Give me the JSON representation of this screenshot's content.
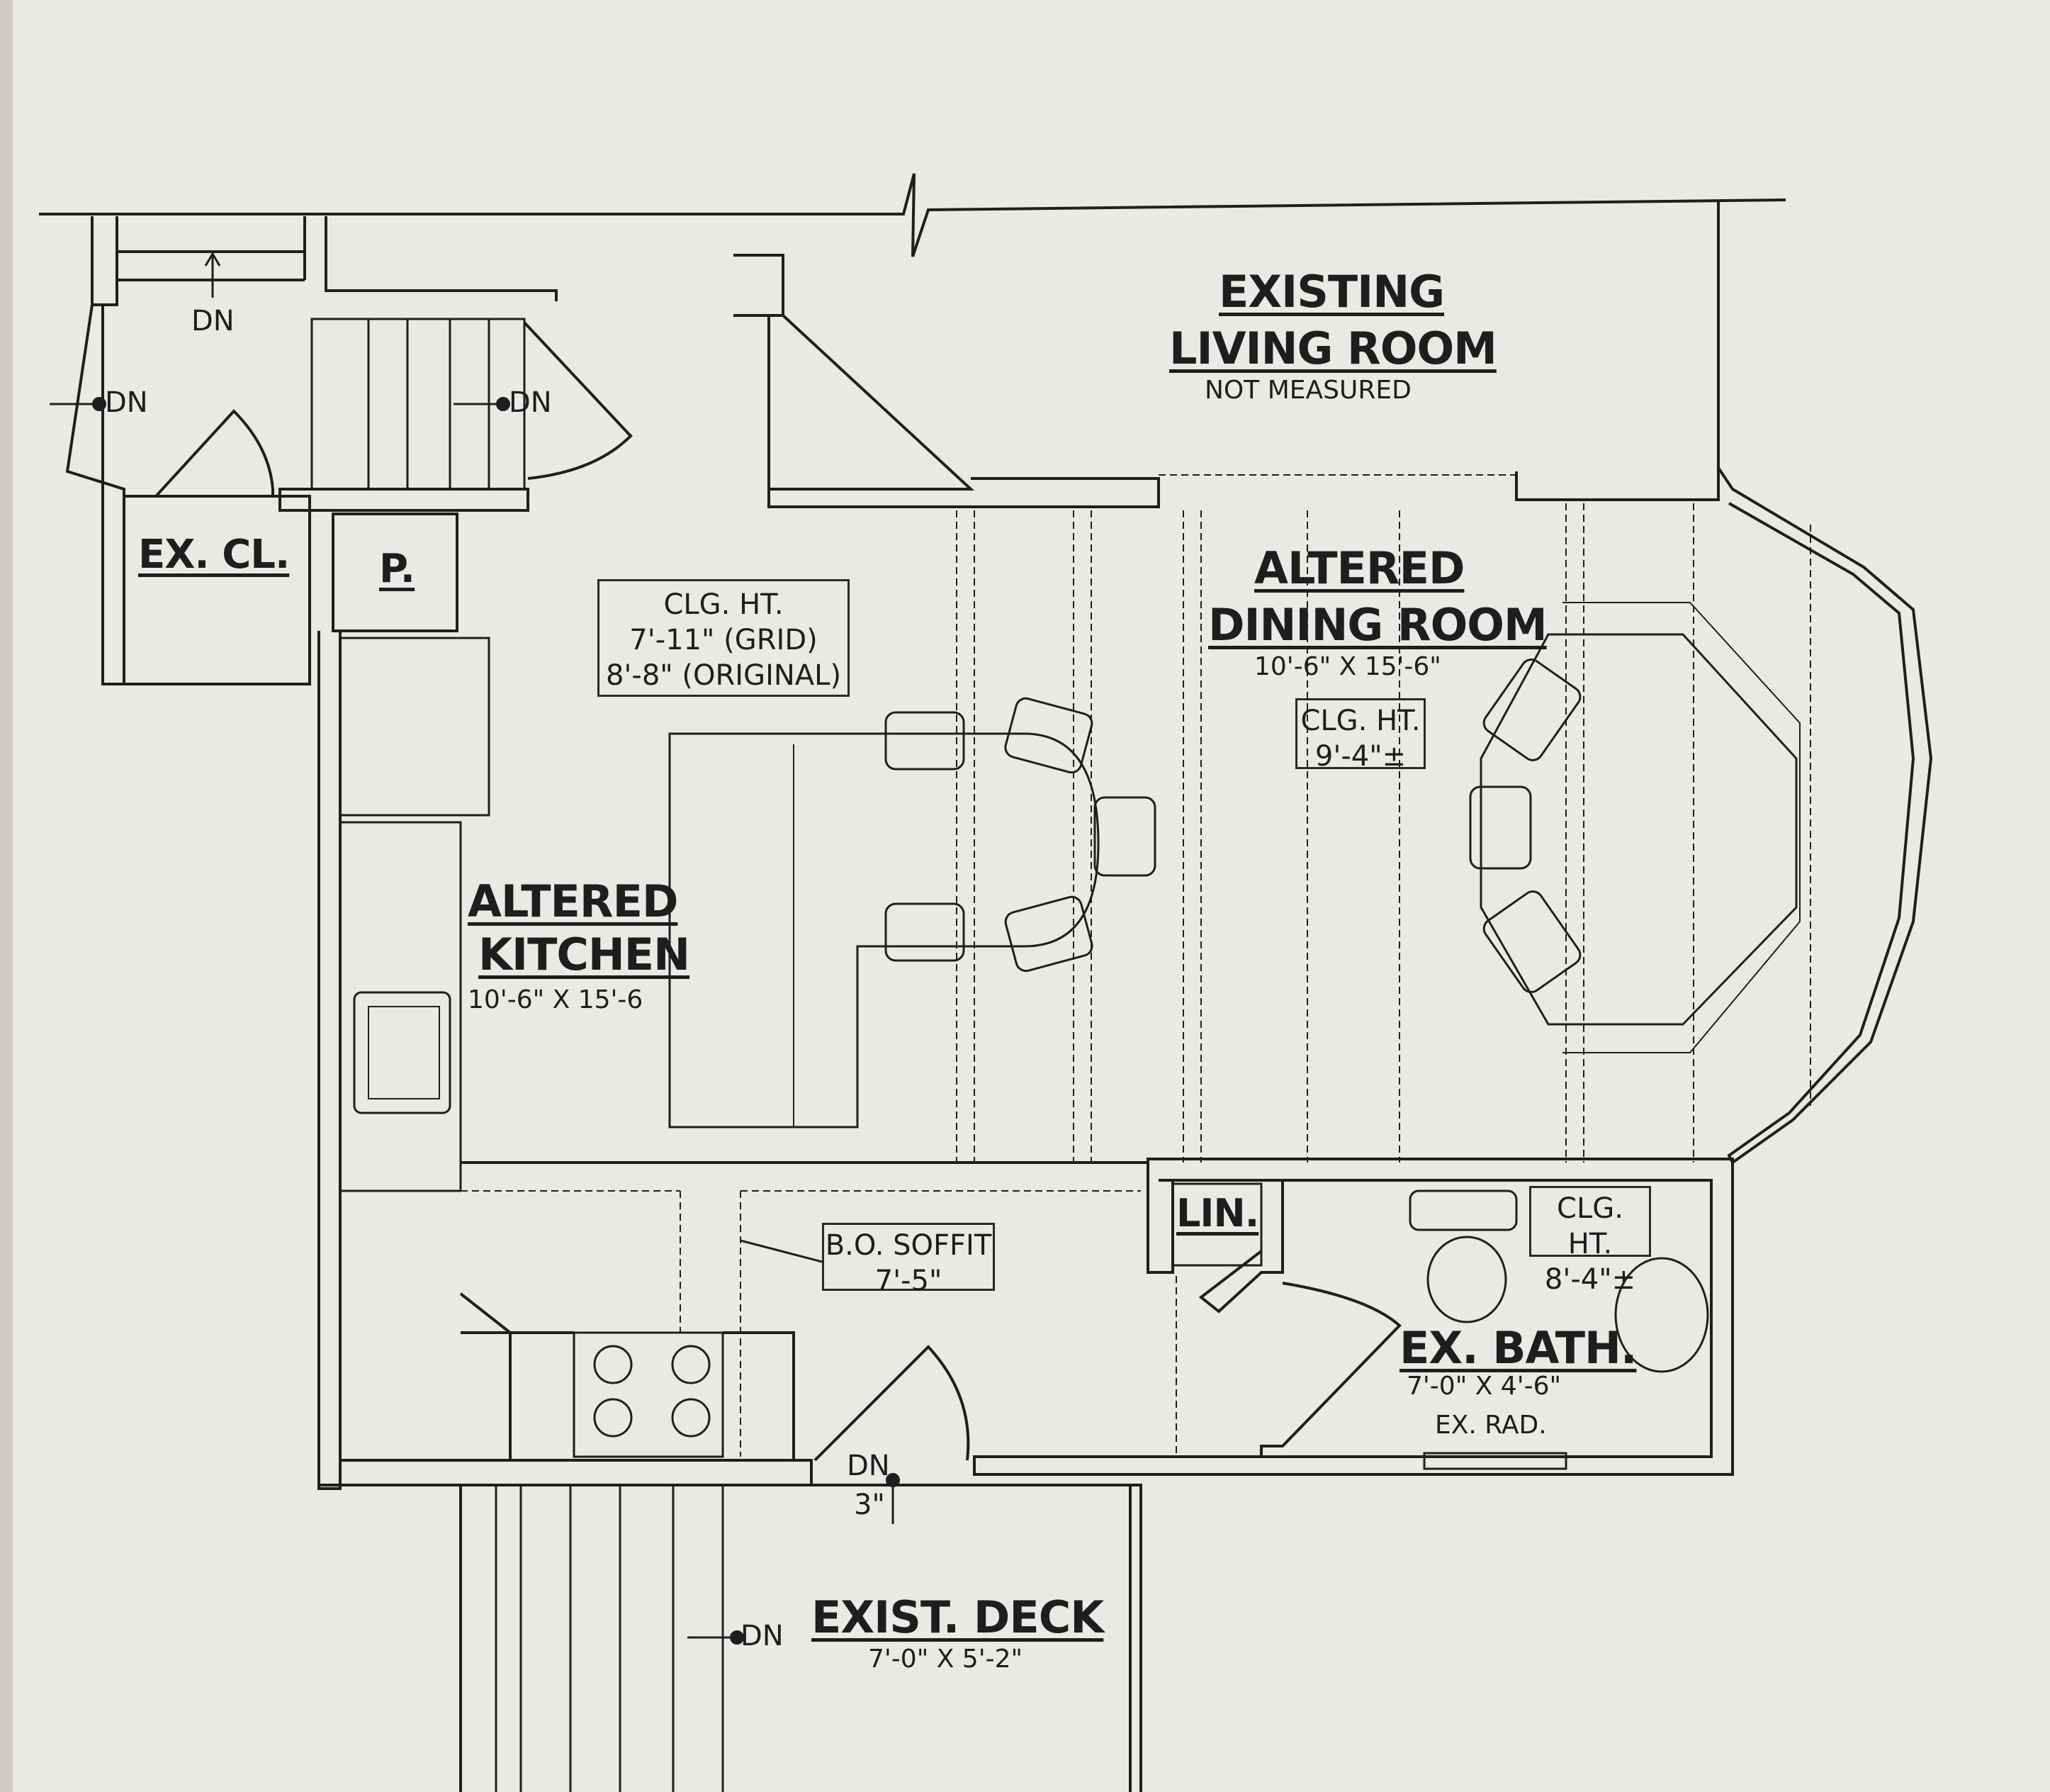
{
  "rooms": {
    "living": {
      "title_line1": "EXISTING",
      "title_line2": "LIVING ROOM",
      "note": "NOT MEASURED"
    },
    "dining": {
      "title_line1": "ALTERED",
      "title_line2": "DINING ROOM",
      "dims": "10'-6\" X 15'-6\""
    },
    "kitchen": {
      "title_line1": "ALTERED",
      "title_line2": "KITCHEN",
      "dims": "10'-6\" X 15'-6"
    },
    "bath": {
      "title": "EX. BATH.",
      "dims": "7'-0\" X 4'-6\"",
      "note": "EX. RAD."
    },
    "deck": {
      "title": "EXIST. DECK",
      "dims": "7'-0\" X 5'-2\""
    },
    "closet": {
      "title": "EX. CL."
    },
    "pantry": {
      "title": "P."
    },
    "linen": {
      "title": "LIN."
    }
  },
  "notes": {
    "kitchen_ceiling": {
      "line1": "CLG. HT.",
      "line2": "7'-11\" (GRID)",
      "line3": "8'-8\" (ORIGINAL)"
    },
    "dining_ceiling": {
      "line1": "CLG. HT.",
      "line2": "9'-4\"±"
    },
    "bath_ceiling": {
      "line1": "CLG. HT.",
      "line2": "8'-4\"±"
    },
    "soffit": {
      "line1": "B.O. SOFFIT",
      "line2": "7'-5\""
    }
  },
  "stair_labels": {
    "dn_top": "DN",
    "dn_left": "DN",
    "dn_stair": "DN",
    "dn_deck": "DN",
    "dn_door": "DN",
    "door_step": "3\""
  }
}
